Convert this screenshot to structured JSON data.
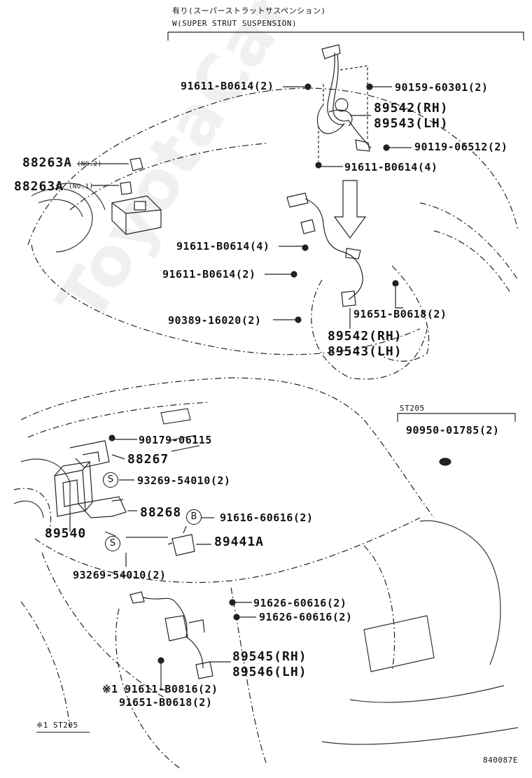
{
  "header": {
    "jp_title": "有り(スーパーストラットサスペンション)",
    "en_title": "W(SUPER STRUT SUSPENSION)"
  },
  "st205_box": {
    "label": "ST205",
    "part": "90950-01785(2)"
  },
  "parts": [
    {
      "id": "p1",
      "text": "91611-B0614(2)"
    },
    {
      "id": "p2",
      "text": "90159-60301(2)"
    },
    {
      "id": "p3",
      "text": "89542(RH)"
    },
    {
      "id": "p4",
      "text": "89543(LH)"
    },
    {
      "id": "p5",
      "text": "90119-06512(2)"
    },
    {
      "id": "p6",
      "text": "91611-B0614(4)"
    },
    {
      "id": "p7",
      "text": "88263A"
    },
    {
      "id": "p7n",
      "text": "(NO.2)"
    },
    {
      "id": "p8",
      "text": "88263A"
    },
    {
      "id": "p8n",
      "text": "(NO.1)"
    },
    {
      "id": "p9",
      "text": "91611-B0614(4)"
    },
    {
      "id": "p10",
      "text": "91611-B0614(2)"
    },
    {
      "id": "p11",
      "text": "91651-B0618(2)"
    },
    {
      "id": "p12",
      "text": "90389-16020(2)"
    },
    {
      "id": "p13",
      "text": "89542(RH)"
    },
    {
      "id": "p14",
      "text": "89543(LH)"
    },
    {
      "id": "p15",
      "text": "90179-06115"
    },
    {
      "id": "p16",
      "text": "88267"
    },
    {
      "id": "p17",
      "text": "93269-54010(2)"
    },
    {
      "id": "p18",
      "text": "88268"
    },
    {
      "id": "p19",
      "text": "91616-60616(2)"
    },
    {
      "id": "p20",
      "text": "89540"
    },
    {
      "id": "p21",
      "text": "89441A"
    },
    {
      "id": "p22",
      "text": "93269-54010(2)"
    },
    {
      "id": "p23",
      "text": "91626-60616(2)"
    },
    {
      "id": "p24",
      "text": "91626-60616(2)"
    },
    {
      "id": "p25",
      "text": "89545(RH)"
    },
    {
      "id": "p26",
      "text": "89546(LH)"
    },
    {
      "id": "p27",
      "text": "※1 91611-B0816(2)"
    },
    {
      "id": "p28",
      "text": "91651-B0618(2)"
    }
  ],
  "symbols": {
    "s1": "S",
    "s2": "S",
    "b1": "B"
  },
  "footnote": "※1 ST205",
  "figure_code": "840087E",
  "watermark": "ToyotaCarMine.ru"
}
